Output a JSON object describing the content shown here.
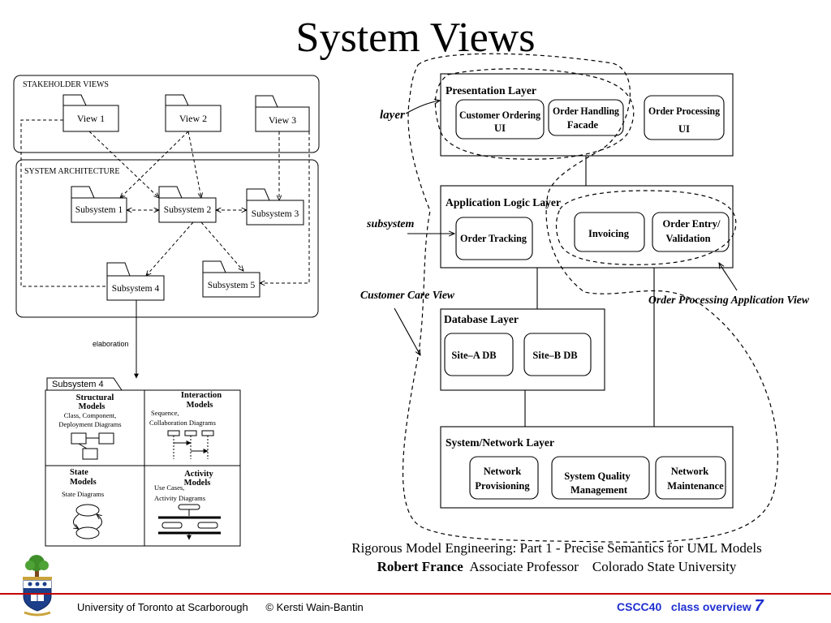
{
  "title": "System Views",
  "left_diagram": {
    "stakeholder_label": "STAKEHOLDER VIEWS",
    "views": [
      "View 1",
      "View 2",
      "View 3"
    ],
    "architecture_label": "SYSTEM ARCHITECTURE",
    "subsystems": [
      "Subsystem 1",
      "Subsystem 2",
      "Subsystem 3",
      "Subsystem 4",
      "Subsystem 5"
    ],
    "elaboration_label": "elaboration",
    "detail": {
      "tab": "Subsystem 4",
      "structural": {
        "title1": "Structural",
        "title2": "Models",
        "desc1": "Class, Component,",
        "desc2": "Deployment Diagrams"
      },
      "interaction": {
        "title1": "Interaction",
        "title2": "Models",
        "desc1": "Sequence,",
        "desc2": "Collaboration Diagrams"
      },
      "state": {
        "title1": "State",
        "title2": "Models",
        "desc1": "State Diagrams"
      },
      "activity": {
        "title1": "Activity",
        "title2": "Models",
        "desc1": "Use Cases,",
        "desc2": "Activity Diagrams"
      }
    }
  },
  "right_diagram": {
    "presentation": {
      "label": "Presentation Layer",
      "items": [
        [
          "Customer Ordering",
          "UI"
        ],
        [
          "Order Handling",
          "Facade"
        ],
        [
          "Order Processing",
          "UI"
        ]
      ]
    },
    "application": {
      "label": "Application Logic Layer",
      "items": [
        [
          "Order Tracking"
        ],
        [
          "Invoicing"
        ],
        [
          "Order Entry/",
          "Validation"
        ]
      ]
    },
    "database": {
      "label": "Database Layer",
      "items": [
        [
          "Site–A DB"
        ],
        [
          "Site–B DB"
        ]
      ]
    },
    "network": {
      "label": "System/Network Layer",
      "items": [
        [
          "Network",
          "Provisioning"
        ],
        [
          "System Quality",
          "Management"
        ],
        [
          "Network",
          "Maintenance"
        ]
      ]
    },
    "annotations": {
      "layer": "layer",
      "subsystem": "subsystem",
      "customer_care": "Customer Care View",
      "order_processing": "Order Processing Application View"
    }
  },
  "citation": {
    "line1": "Rigorous Model Engineering: Part 1 - Precise Semantics for UML Models",
    "author": "Robert France",
    "role": "Associate Professor",
    "university": "Colorado State University"
  },
  "footer": {
    "institution": "University of Toronto at Scarborough",
    "copyright": "© Kersti Wain-Bantin",
    "course": "CSCC40   class overview",
    "page": "7"
  }
}
